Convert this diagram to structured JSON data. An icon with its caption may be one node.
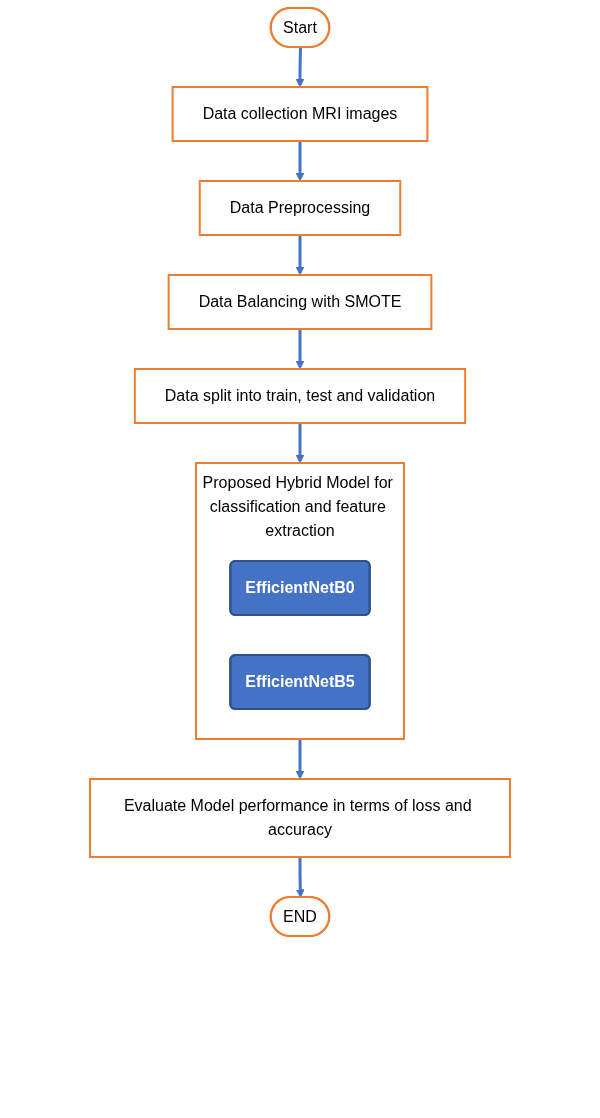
{
  "diagram": {
    "nodes": [
      {
        "text": [
          "Start"
        ]
      },
      {
        "text": [
          "Data collection MRI images"
        ]
      },
      {
        "text": [
          "Data Preprocessing"
        ]
      },
      {
        "text": [
          "Data Balancing with SMOTE"
        ]
      },
      {
        "text": [
          "Data split into train, test and validation"
        ]
      },
      {
        "text": [
          "Proposed Hybrid Model for classification and feature extraction"
        ]
      },
      {
        "text": [
          "EfficientNetB0"
        ],
        "in": 5
      },
      {
        "text": [
          "EfficientNetB5"
        ],
        "in": 5
      },
      {
        "text": [
          "Evaluate Model performance in terms of loss and accuracy"
        ]
      },
      {
        "text": [
          "END"
        ]
      }
    ],
    "edges": [
      {
        "from": 0,
        "to": 1,
        "arrow": "to"
      },
      {
        "from": 1,
        "to": 2,
        "arrow": "to"
      },
      {
        "from": 2,
        "to": 3,
        "arrow": "to"
      },
      {
        "from": 3,
        "to": 4,
        "arrow": "to"
      },
      {
        "from": 4,
        "to": 5,
        "arrow": "to"
      },
      {
        "from": 5,
        "to": 8,
        "arrow": "to"
      },
      {
        "from": 8,
        "to": 9,
        "arrow": "to"
      }
    ]
  }
}
